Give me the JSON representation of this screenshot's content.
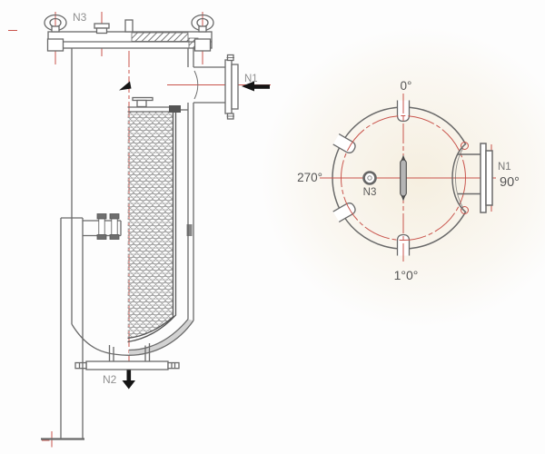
{
  "side_view": {
    "labels": {
      "n3": "N3",
      "n1": "N1",
      "n2": "N2"
    }
  },
  "top_view": {
    "labels": {
      "deg0": "0°",
      "deg270": "270°",
      "deg180": "1°0°",
      "n1": "N1",
      "deg90": "90°",
      "n3": "N3"
    }
  },
  "colors": {
    "line_gray": "#6a6a6a",
    "dark_gray": "#4a4a4a",
    "centerline_red": "#c9544c",
    "mesh_gray": "#9a9a9a",
    "label_gray": "#8f8f8f",
    "label_dark": "#555555",
    "arrow_black": "#151515",
    "background": "#fdfdfd",
    "tint_beige": "#eee0c2"
  }
}
